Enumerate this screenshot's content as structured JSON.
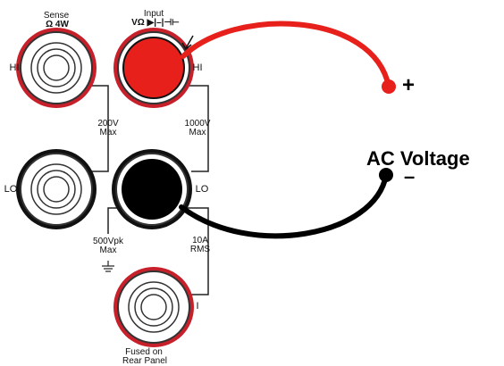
{
  "sense": {
    "title": "Sense",
    "subtitle": "Ω 4W"
  },
  "input": {
    "title": "Input",
    "symbols": "VΩ ▶|–|⊣⊢"
  },
  "terminals": {
    "sense_hi": "HI",
    "input_hi": "HI",
    "sense_lo": "LO",
    "input_lo": "LO",
    "current": "I"
  },
  "ratings": {
    "sense_max_value": "200V",
    "sense_max_unit": "Max",
    "input_max_value": "1000V",
    "input_max_unit": "Max",
    "ground_value": "500Vpk",
    "ground_unit": "Max",
    "current_value": "10A",
    "current_unit": "RMS"
  },
  "fuse_note": {
    "line1": "Fused on",
    "line2": "Rear Panel"
  },
  "signal": {
    "label": "AC Voltage",
    "plus": "+",
    "minus": "–"
  },
  "colors": {
    "red": "#e8201c",
    "dark_red_ring": "#c8202a",
    "black": "#000000",
    "line": "#222222",
    "ground_symbol": "ground-icon"
  }
}
